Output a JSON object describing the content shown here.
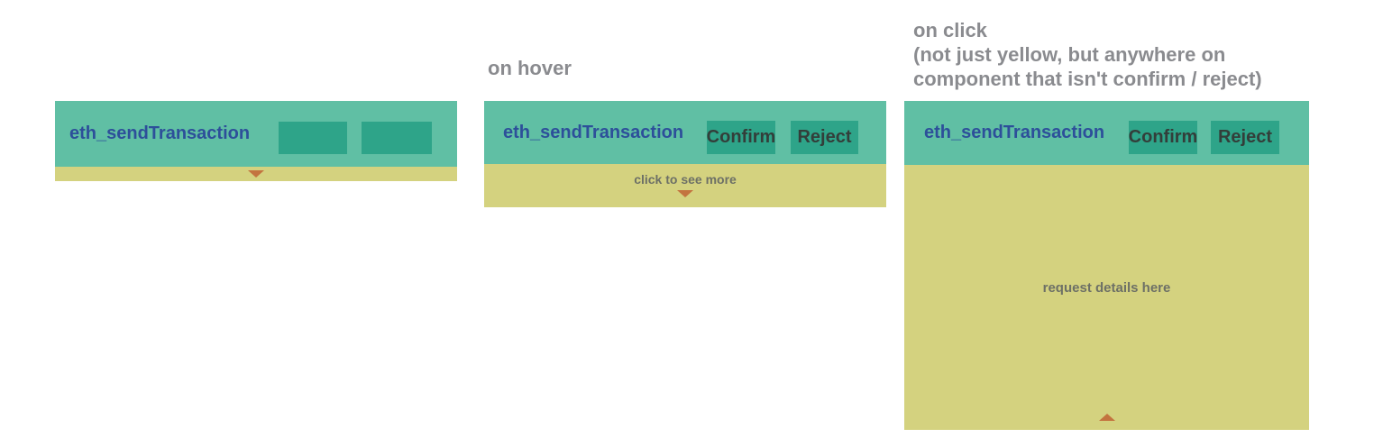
{
  "annotations": {
    "hover_label": "on hover",
    "click_label": "on click\n(not just yellow, but anywhere on\n component that isn't confirm / reject)"
  },
  "colors": {
    "bar_teal": "#60bfa4",
    "button_teal": "#2ea489",
    "panel_yellow": "#d4d27f",
    "arrow_orange": "#c3743f",
    "method_blue": "#2d4f9a",
    "annotation_gray": "#8a8b8f",
    "yellow_text_gray": "#6d7066",
    "button_text": "#333e3a",
    "page_bg": "#ffffff"
  },
  "panels": {
    "default": {
      "method": "eth_sendTransaction",
      "confirm_label": "",
      "reject_label": ""
    },
    "hover": {
      "method": "eth_sendTransaction",
      "confirm_label": "Confirm",
      "reject_label": "Reject",
      "footer_text": "click to see more"
    },
    "click": {
      "method": "eth_sendTransaction",
      "confirm_label": "Confirm",
      "reject_label": "Reject",
      "body_text": "request details here"
    }
  }
}
